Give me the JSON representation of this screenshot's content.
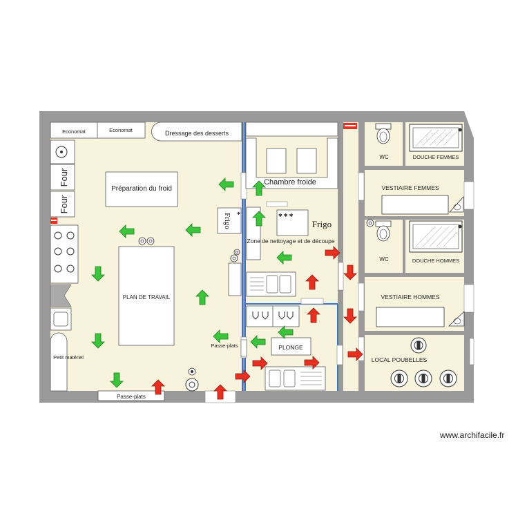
{
  "rooms": {
    "economat_1": "Economat",
    "economat_2": "Economat",
    "dressage": "Dressage des desserts",
    "four_1": "Four",
    "four_2": "Four",
    "preparation_froid": "Préparation du froid",
    "plan_travail": "PLAN DE TRAVAIL",
    "petit_materiel": "Petit matériel",
    "passe_plats_bottom": "Passe-plats",
    "passe_plats_mid": "Passe-plats",
    "frigo_vertical": "Frigo",
    "chambre_froide": "Chambre froide",
    "frigo": "Frigo",
    "zone_nettoyage": "Zone de nettoyage et de découpe",
    "plonge": "PLONGE",
    "wc_1": "WC",
    "douche_femmes": "DOUCHE FEMMES",
    "vestiaire_femmes": "VESTIAIRE FEMMES",
    "wc_2": "WC",
    "douche_hommes": "DOUCHE HOMMES",
    "vestiaire_hommes": "VESTIAIRE HOMMES",
    "local_poubelles": "LOCAL POUBELLES"
  },
  "footer": "www.archifacile.fr",
  "colors": {
    "wall": "#9a9a9a",
    "floor": "#f7f3dc",
    "door_blue": "#3b74c4",
    "arrow_green": "#3cc43c",
    "arrow_red": "#e83020"
  }
}
